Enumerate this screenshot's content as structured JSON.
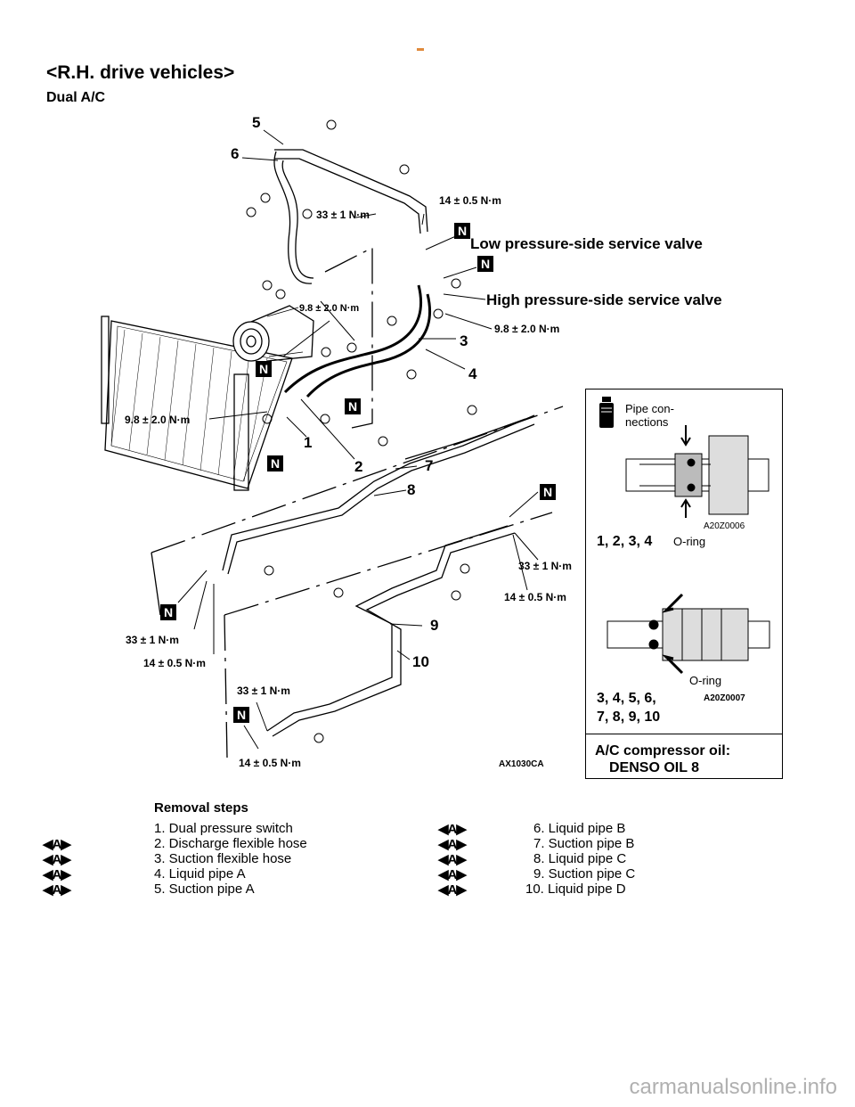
{
  "page": {
    "heading": "<R.H. drive vehicles>",
    "subheading": "Dual A/C",
    "footer": "carmanualsonline.info"
  },
  "diagram": {
    "figure_code": "AX1030CA",
    "part_numbers": [
      "1",
      "2",
      "3",
      "4",
      "5",
      "6",
      "7",
      "8",
      "9",
      "10"
    ],
    "nut_mark": "N",
    "torque_labels": {
      "t_14_top": "14 ± 0.5 N·m",
      "t_33_top": "33 ± 1 N·m",
      "t_98_comp": "9.8 ± 2.0 N·m",
      "t_98_right": "9.8 ± 2.0 N·m",
      "t_98_left": "9.8 ± 2.0 N·m",
      "t_33_mid_r": "33 ± 1 N·m",
      "t_14_mid_r": "14 ± 0.5 N·m",
      "t_33_left": "33 ± 1 N·m",
      "t_14_left": "14 ± 0.5 N·m",
      "t_33_bot": "33 ± 1 N·m",
      "t_14_bot": "14 ± 0.5 N·m"
    },
    "valve_labels": {
      "low": "Low pressure-side service valve",
      "high": "High pressure-side service valve"
    }
  },
  "detail_panel": {
    "pipe_connections": "Pipe con-\nnections",
    "code_top": "A20Z0006",
    "parts_top": "1, 2, 3, 4",
    "oring_top": "O-ring",
    "code_bottom": "A20Z0007",
    "parts_bottom_1": "3, 4, 5, 6,",
    "parts_bottom_2": "7, 8, 9, 10",
    "oring_bottom": "O-ring",
    "oil_title": "A/C compressor oil:",
    "oil_name": "DENSO OIL 8"
  },
  "removal": {
    "title": "Removal steps",
    "marker": "◀A▶",
    "left": [
      {
        "mark": "",
        "text": "1. Dual pressure switch"
      },
      {
        "mark": "◀A▶",
        "text": "2. Discharge flexible hose"
      },
      {
        "mark": "◀A▶",
        "text": "3. Suction flexible hose"
      },
      {
        "mark": "◀A▶",
        "text": "4. Liquid pipe A"
      },
      {
        "mark": "◀A▶",
        "text": "5. Suction pipe A"
      }
    ],
    "right": [
      {
        "mark": "◀A▶",
        "text": "6. Liquid pipe B"
      },
      {
        "mark": "◀A▶",
        "text": "7. Suction pipe B"
      },
      {
        "mark": "◀A▶",
        "text": "8. Liquid pipe C"
      },
      {
        "mark": "◀A▶",
        "text": "9. Suction pipe C"
      },
      {
        "mark": "◀A▶",
        "text": "10. Liquid pipe D"
      }
    ]
  }
}
